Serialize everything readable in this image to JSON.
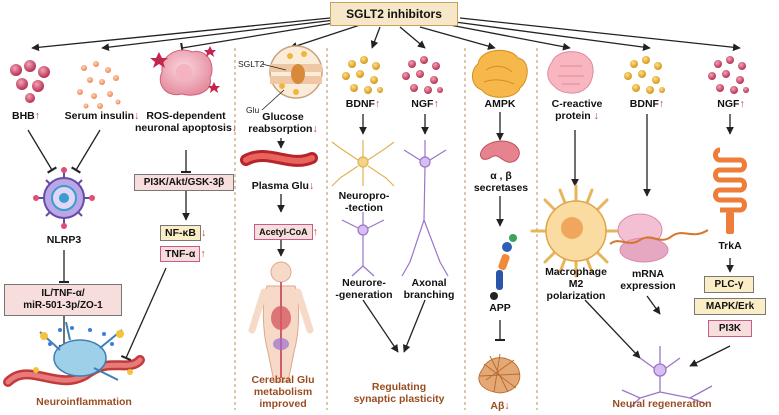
{
  "title": "SGLT2 inhibitors",
  "colors": {
    "title_bg": "#f6e7c9",
    "title_border": "#c9a05a",
    "accent_arrow": "#b0452e",
    "box_pink_bg": "#f7dedd",
    "box_yellow_bg": "#fbeec7",
    "outcome_text": "#9a4d22",
    "divider": "#c8a27a"
  },
  "column1": {
    "bhb": "BHB",
    "bhb_change": "↑",
    "serum_insulin": "Serum insulin",
    "serum_insulin_change": "↓",
    "nlrp3": "NLRP3",
    "pathway_box": [
      "IL/TNF-α/",
      "miR-501-3p/ZO-1"
    ],
    "outcome": "Neuroinflammation"
  },
  "column2": {
    "ros_label": [
      "ROS-dependent",
      "neuronal apoptosis"
    ],
    "ros_change": "↓",
    "pi3k_box": "PI3K/Akt/GSK-3β",
    "nfkb": "NF-κB",
    "nfkb_change": "↓",
    "tnf": "TNF-α",
    "tnf_change": "↑"
  },
  "column3": {
    "sglt2_label": "SGLT2",
    "glu_label": "Glu",
    "glucose_reabsorption": [
      "Glucose",
      "reabsorption"
    ],
    "glucose_reabsorption_change": "↓",
    "plasma_glu": "Plasma Glu",
    "plasma_glu_change": "↓",
    "acetyl_coa": "Acetyl-CoA",
    "acetyl_coa_change": "↑",
    "outcome": [
      "Cerebral Glu",
      "metabolism",
      "improved"
    ]
  },
  "column4": {
    "bdnf": "BDNF",
    "bdnf_change": "↑",
    "ngf": "NGF",
    "ngf_change": "↑",
    "neuroprotection": [
      "Neuropro-",
      "-tection"
    ],
    "neuroregeneration": [
      "Neurore-",
      "-generation"
    ],
    "axonal": [
      "Axonal",
      "branching"
    ],
    "outcome": [
      "Regulating",
      "synaptic plasticity"
    ]
  },
  "column5": {
    "ampk": "AMPK",
    "secretases": [
      "α , β",
      "secretases"
    ],
    "app": "APP",
    "abeta": "Aβ",
    "abeta_change": "↓"
  },
  "column6": {
    "crp": [
      "C-reactive",
      "protein"
    ],
    "crp_change": "↓",
    "bdnf": "BDNF",
    "bdnf_change": "↑",
    "ngf": "NGF",
    "ngf_change": "↑",
    "macrophage": [
      "Macrophage",
      "M2",
      "polarization"
    ],
    "mrna": [
      "mRNA",
      "expression"
    ],
    "trka": "TrkA",
    "plc": "PLC-γ",
    "mapk": "MAPK/Erk",
    "pi3k": "PI3K",
    "outcome": "Neural regeneration"
  }
}
